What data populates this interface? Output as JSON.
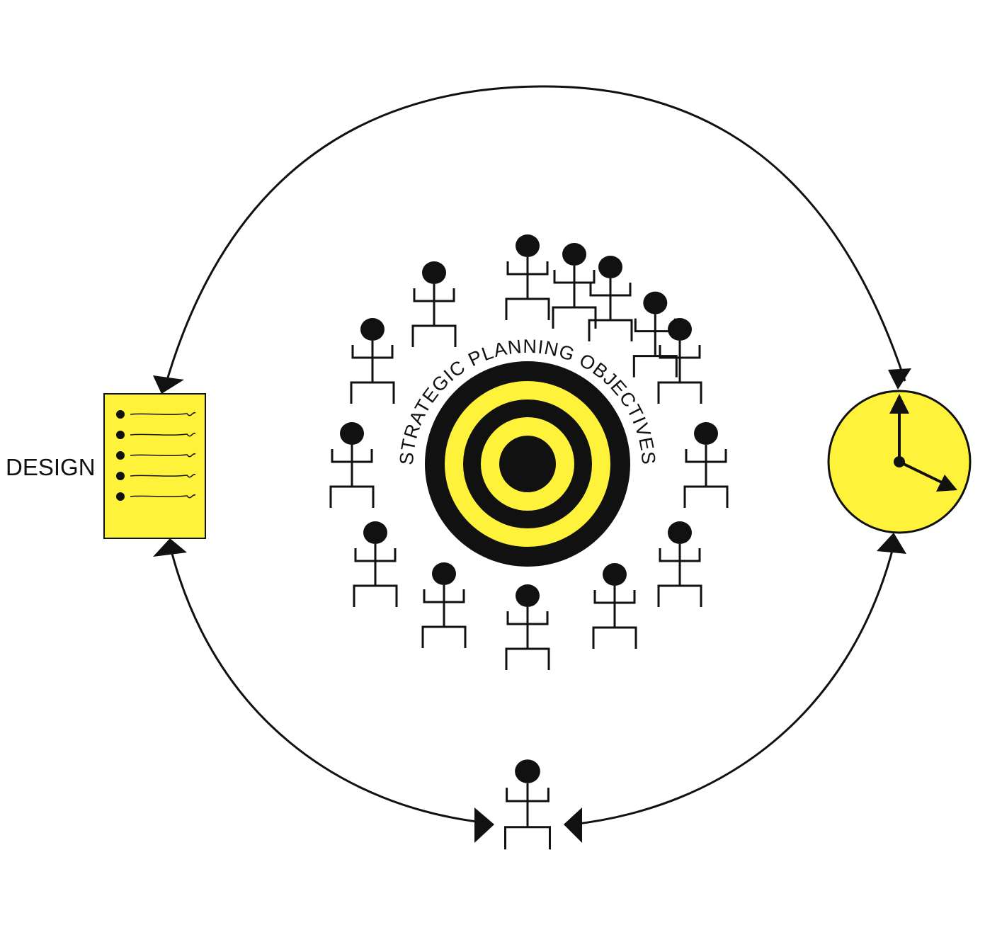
{
  "diagram": {
    "design_label": "DESIGN",
    "target_label": "STRATEGIC PLANNING OBJECTIVES",
    "colors": {
      "accent_yellow": "#FFF23A",
      "ink": "#111111",
      "background": "#FFFFFF"
    },
    "icons": {
      "document": "bulleted-document-icon",
      "target": "bullseye-target-icon",
      "clock": "clock-icon",
      "people": "stick-figure-person-icon"
    },
    "document_bullet_count": 5,
    "target_ring_count": 5,
    "people_around_target": 14,
    "cycle_nodes": [
      "document",
      "clock",
      "person"
    ]
  }
}
